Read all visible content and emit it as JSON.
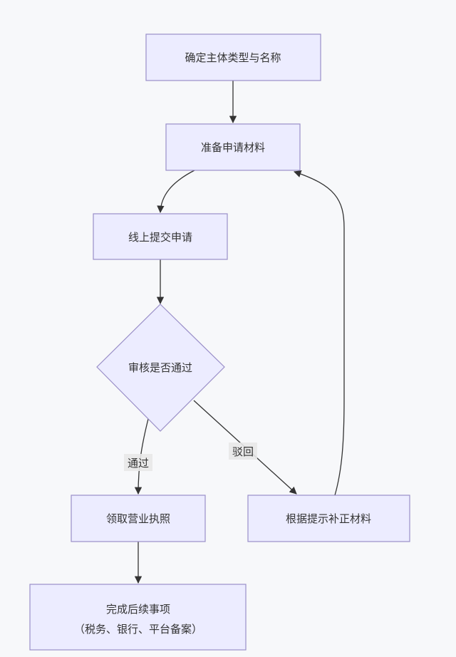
{
  "diagram": {
    "type": "flowchart",
    "nodes": [
      {
        "id": "n1",
        "shape": "rect",
        "lines": [
          "确定主体类型与名称"
        ]
      },
      {
        "id": "n2",
        "shape": "rect",
        "lines": [
          "准备申请材料"
        ]
      },
      {
        "id": "n3",
        "shape": "rect",
        "lines": [
          "线上提交申请"
        ]
      },
      {
        "id": "n4",
        "shape": "diamond",
        "lines": [
          "审核是否通过"
        ]
      },
      {
        "id": "n5",
        "shape": "rect",
        "lines": [
          "领取营业执照"
        ]
      },
      {
        "id": "n6",
        "shape": "rect",
        "lines": [
          "根据提示补正材料"
        ]
      },
      {
        "id": "n7",
        "shape": "rect",
        "lines": [
          "完成后续事项",
          "（税务、银行、平台备案）"
        ]
      }
    ],
    "edges": [
      {
        "id": "e1",
        "from": "n1",
        "to": "n2",
        "label": ""
      },
      {
        "id": "e2",
        "from": "n2",
        "to": "n3",
        "label": ""
      },
      {
        "id": "e3",
        "from": "n3",
        "to": "n4",
        "label": ""
      },
      {
        "id": "e4",
        "from": "n4",
        "to": "n5",
        "label": "通过"
      },
      {
        "id": "e5",
        "from": "n4",
        "to": "n6",
        "label": "驳回"
      },
      {
        "id": "e6",
        "from": "n6",
        "to": "n2",
        "label": ""
      },
      {
        "id": "e7",
        "from": "n5",
        "to": "n7",
        "label": ""
      }
    ],
    "colors": {
      "node_fill": "#ececff",
      "node_stroke": "#9a8fc8",
      "edge": "#333333",
      "text": "#333333",
      "background": "#f7f8fa"
    }
  }
}
